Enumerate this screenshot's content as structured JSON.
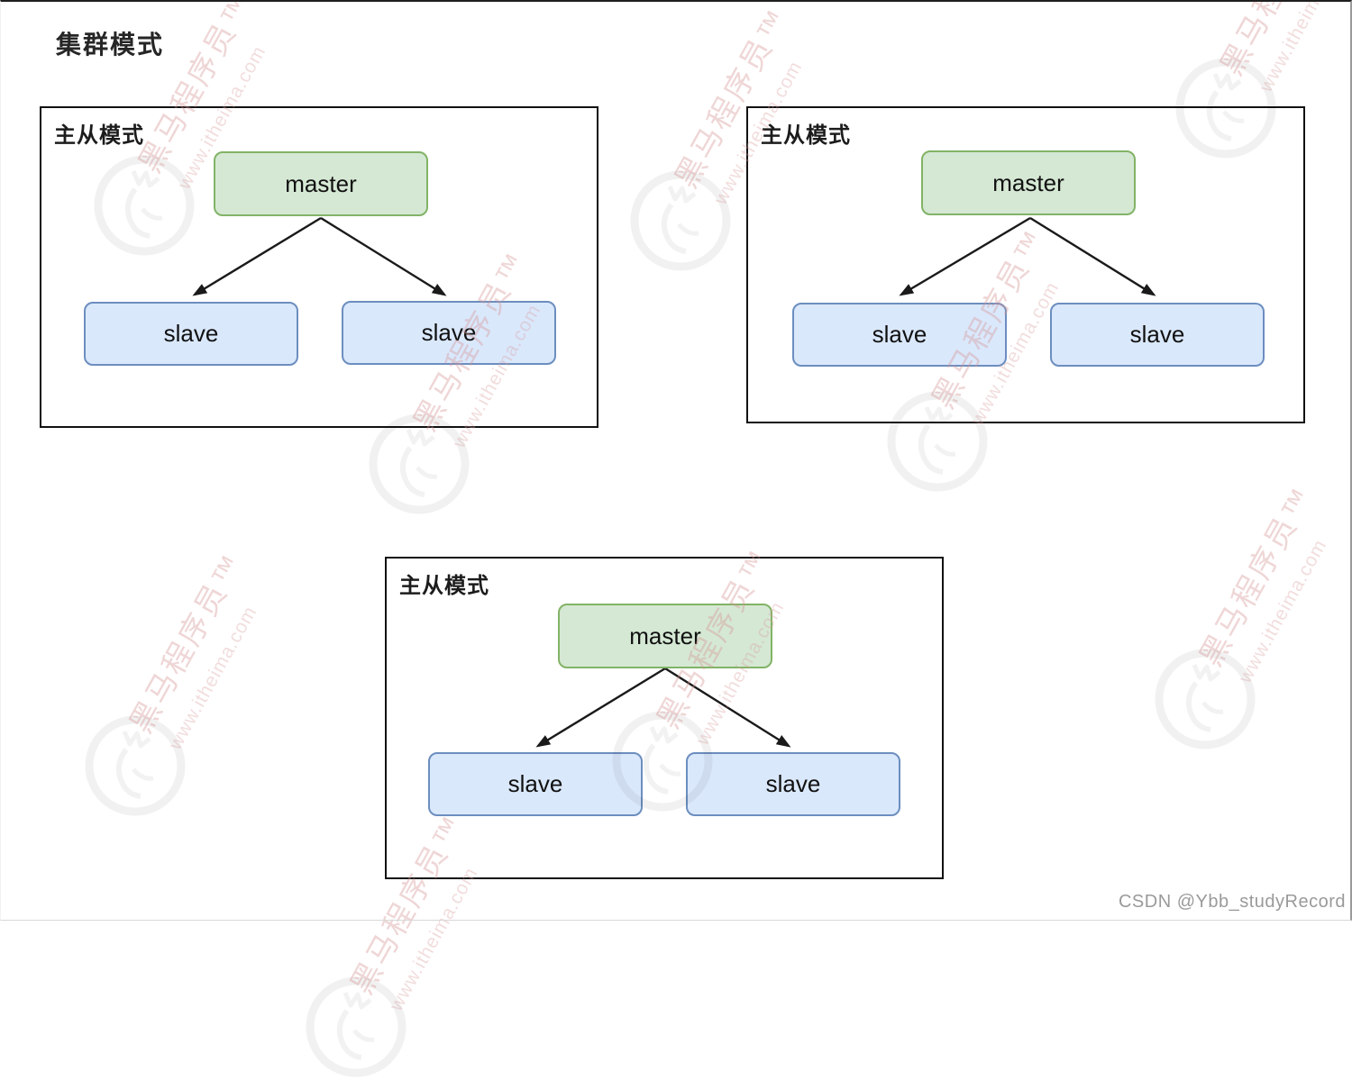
{
  "page": {
    "title": "集群模式",
    "credit": "CSDN @Ybb_studyRecord"
  },
  "watermark": {
    "brand": "黑马程序员™",
    "url": "www.itheima.com",
    "text_color": "#ebc9c9",
    "logo_color": "#ededed"
  },
  "colors": {
    "master_fill": "#d5e8d4",
    "master_border": "#82b366",
    "slave_fill": "#dae8fc",
    "slave_border": "#6c8ebf",
    "panel_border": "#111111",
    "arrow": "#1a1a1a"
  },
  "panels": [
    {
      "label": "主从模式",
      "master": "master",
      "slaves": [
        "slave",
        "slave"
      ]
    },
    {
      "label": "主从模式",
      "master": "master",
      "slaves": [
        "slave",
        "slave"
      ]
    },
    {
      "label": "主从模式",
      "master": "master",
      "slaves": [
        "slave",
        "slave"
      ]
    }
  ]
}
